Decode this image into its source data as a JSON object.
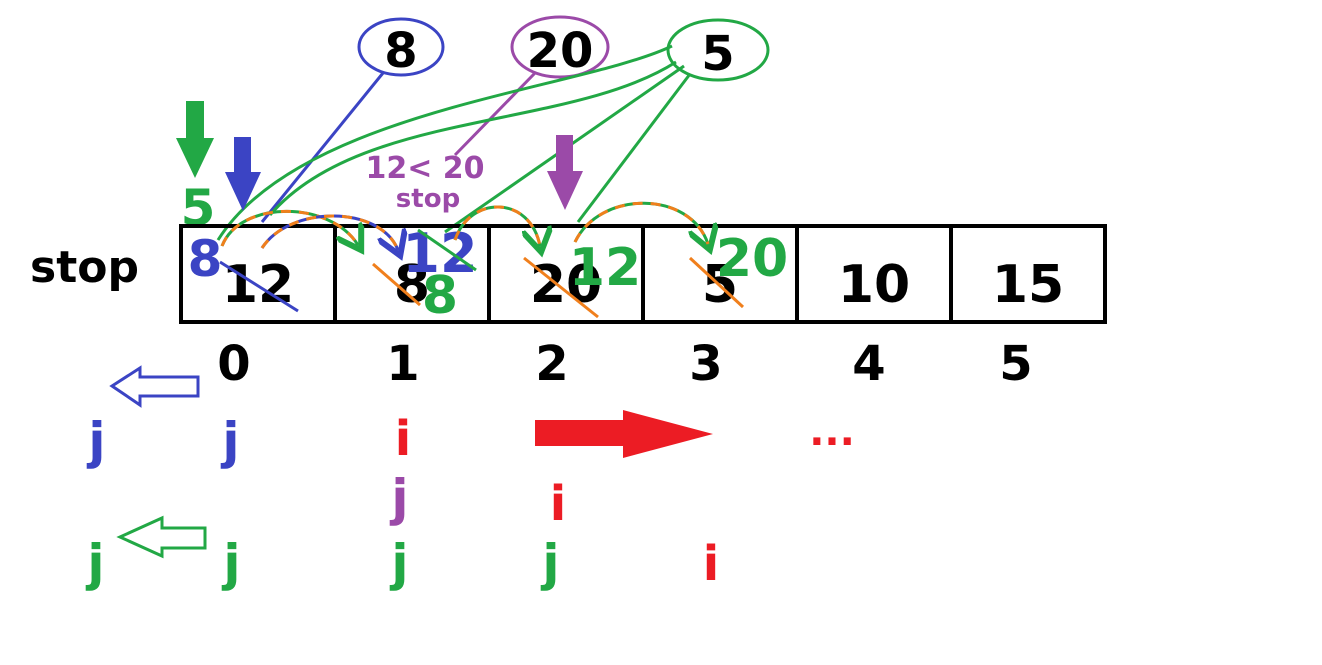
{
  "array": {
    "values": [
      "12",
      "8",
      "20",
      "5",
      "10",
      "15"
    ],
    "indices": [
      "0",
      "1",
      "2",
      "3",
      "4",
      "5"
    ]
  },
  "stop_label": "stop",
  "keys": [
    {
      "label": "8",
      "color": "#3b44c4"
    },
    {
      "label": "20",
      "color": "#9b4aa8"
    },
    {
      "label": "5",
      "color": "#22a845"
    }
  ],
  "annotations": {
    "compare": "12< 20",
    "compare_stop": "stop",
    "green_top_5": "5",
    "blue_8_over_cell0": "8",
    "blue_12_in_cell1": "12",
    "green_8_in_cell1": "8",
    "green_12_in_cell2": "12",
    "green_20_in_cell3": "20",
    "green_12_in_cell1_overlay": "12"
  },
  "pointers": {
    "j": "j",
    "i": "i",
    "ellipsis": "..."
  },
  "colors": {
    "black": "#000000",
    "blue": "#3b44c4",
    "purple": "#9b4aa8",
    "green": "#22a845",
    "red": "#ec1c24",
    "orange": "#f07f1c"
  }
}
